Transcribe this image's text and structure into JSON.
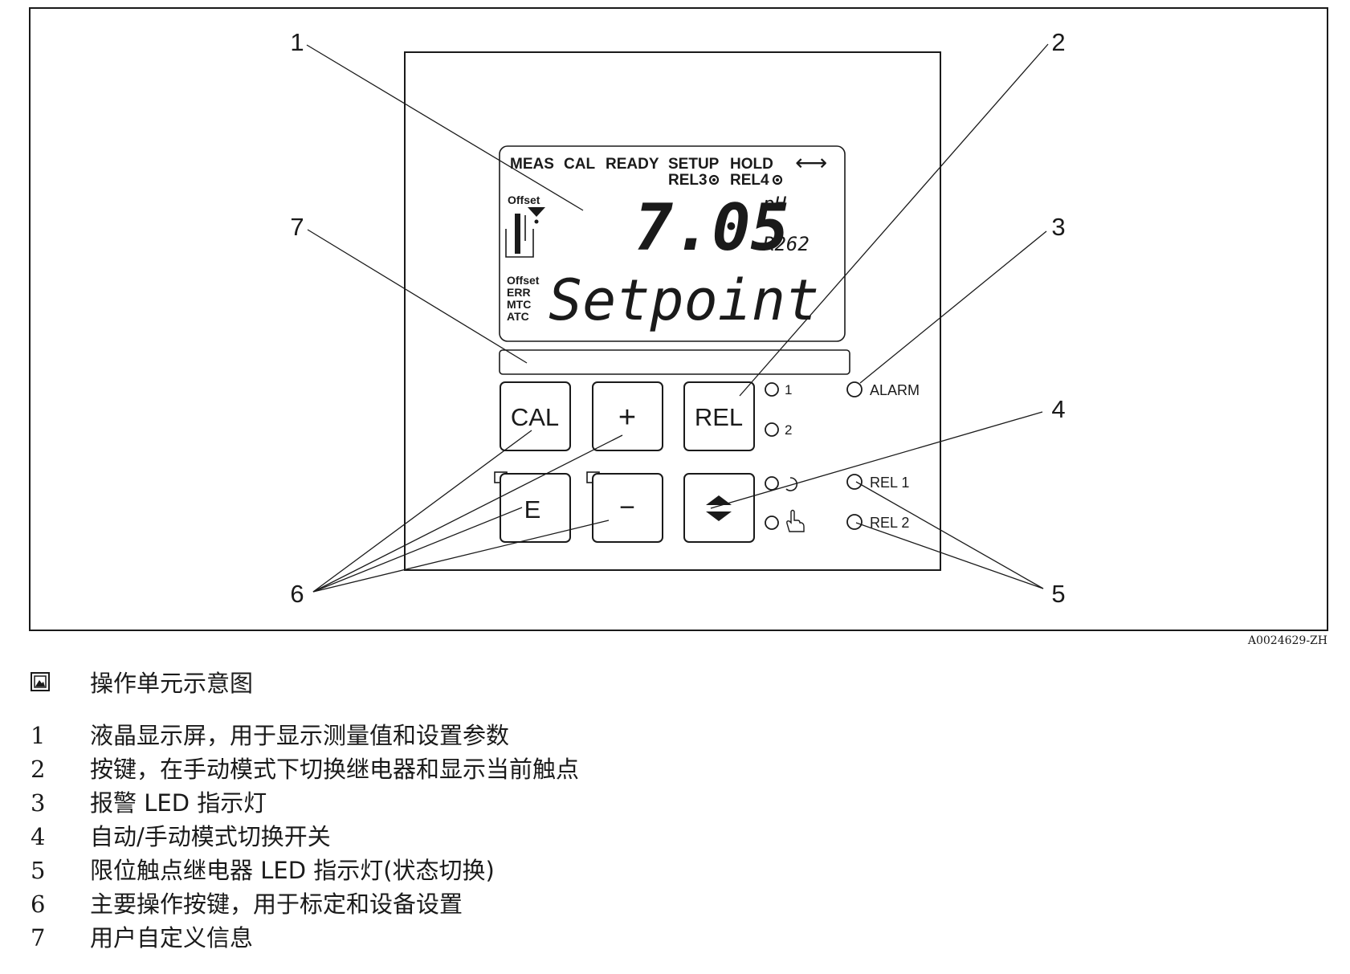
{
  "figure": {
    "id": "A0024629-ZH",
    "callouts": [
      "1",
      "2",
      "3",
      "4",
      "5",
      "6",
      "7"
    ],
    "display": {
      "status_modes": [
        "MEAS",
        "CAL",
        "READY",
        "SETUP",
        "HOLD"
      ],
      "relay_labels": [
        "REL3",
        "REL4"
      ],
      "double_arrow_glyph": "⟷",
      "offset_label": "Offset",
      "reading": "7.05",
      "unit": "pH",
      "relay_code": "R262",
      "side_flags": [
        "Offset",
        "ERR",
        "MTC",
        "ATC"
      ],
      "message": "Setpoint"
    },
    "keys": {
      "cal": "CAL",
      "plus": "+",
      "rel": "REL",
      "e": "E",
      "minus": "−"
    },
    "indicators": {
      "led_1": "1",
      "led_2": "2",
      "alarm": "ALARM",
      "rel1": "REL 1",
      "rel2": "REL 2"
    }
  },
  "caption": "操作单元示意图",
  "legend": [
    {
      "num": "1",
      "text": "液晶显示屏，用于显示测量值和设置参数"
    },
    {
      "num": "2",
      "text": "按键，在手动模式下切换继电器和显示当前触点"
    },
    {
      "num": "3",
      "text": "报警 LED 指示灯"
    },
    {
      "num": "4",
      "text": "自动/手动模式切换开关"
    },
    {
      "num": "5",
      "text": "限位触点继电器 LED 指示灯(状态切换)"
    },
    {
      "num": "6",
      "text": "主要操作按键，用于标定和设备设置"
    },
    {
      "num": "7",
      "text": "用户自定义信息"
    }
  ]
}
